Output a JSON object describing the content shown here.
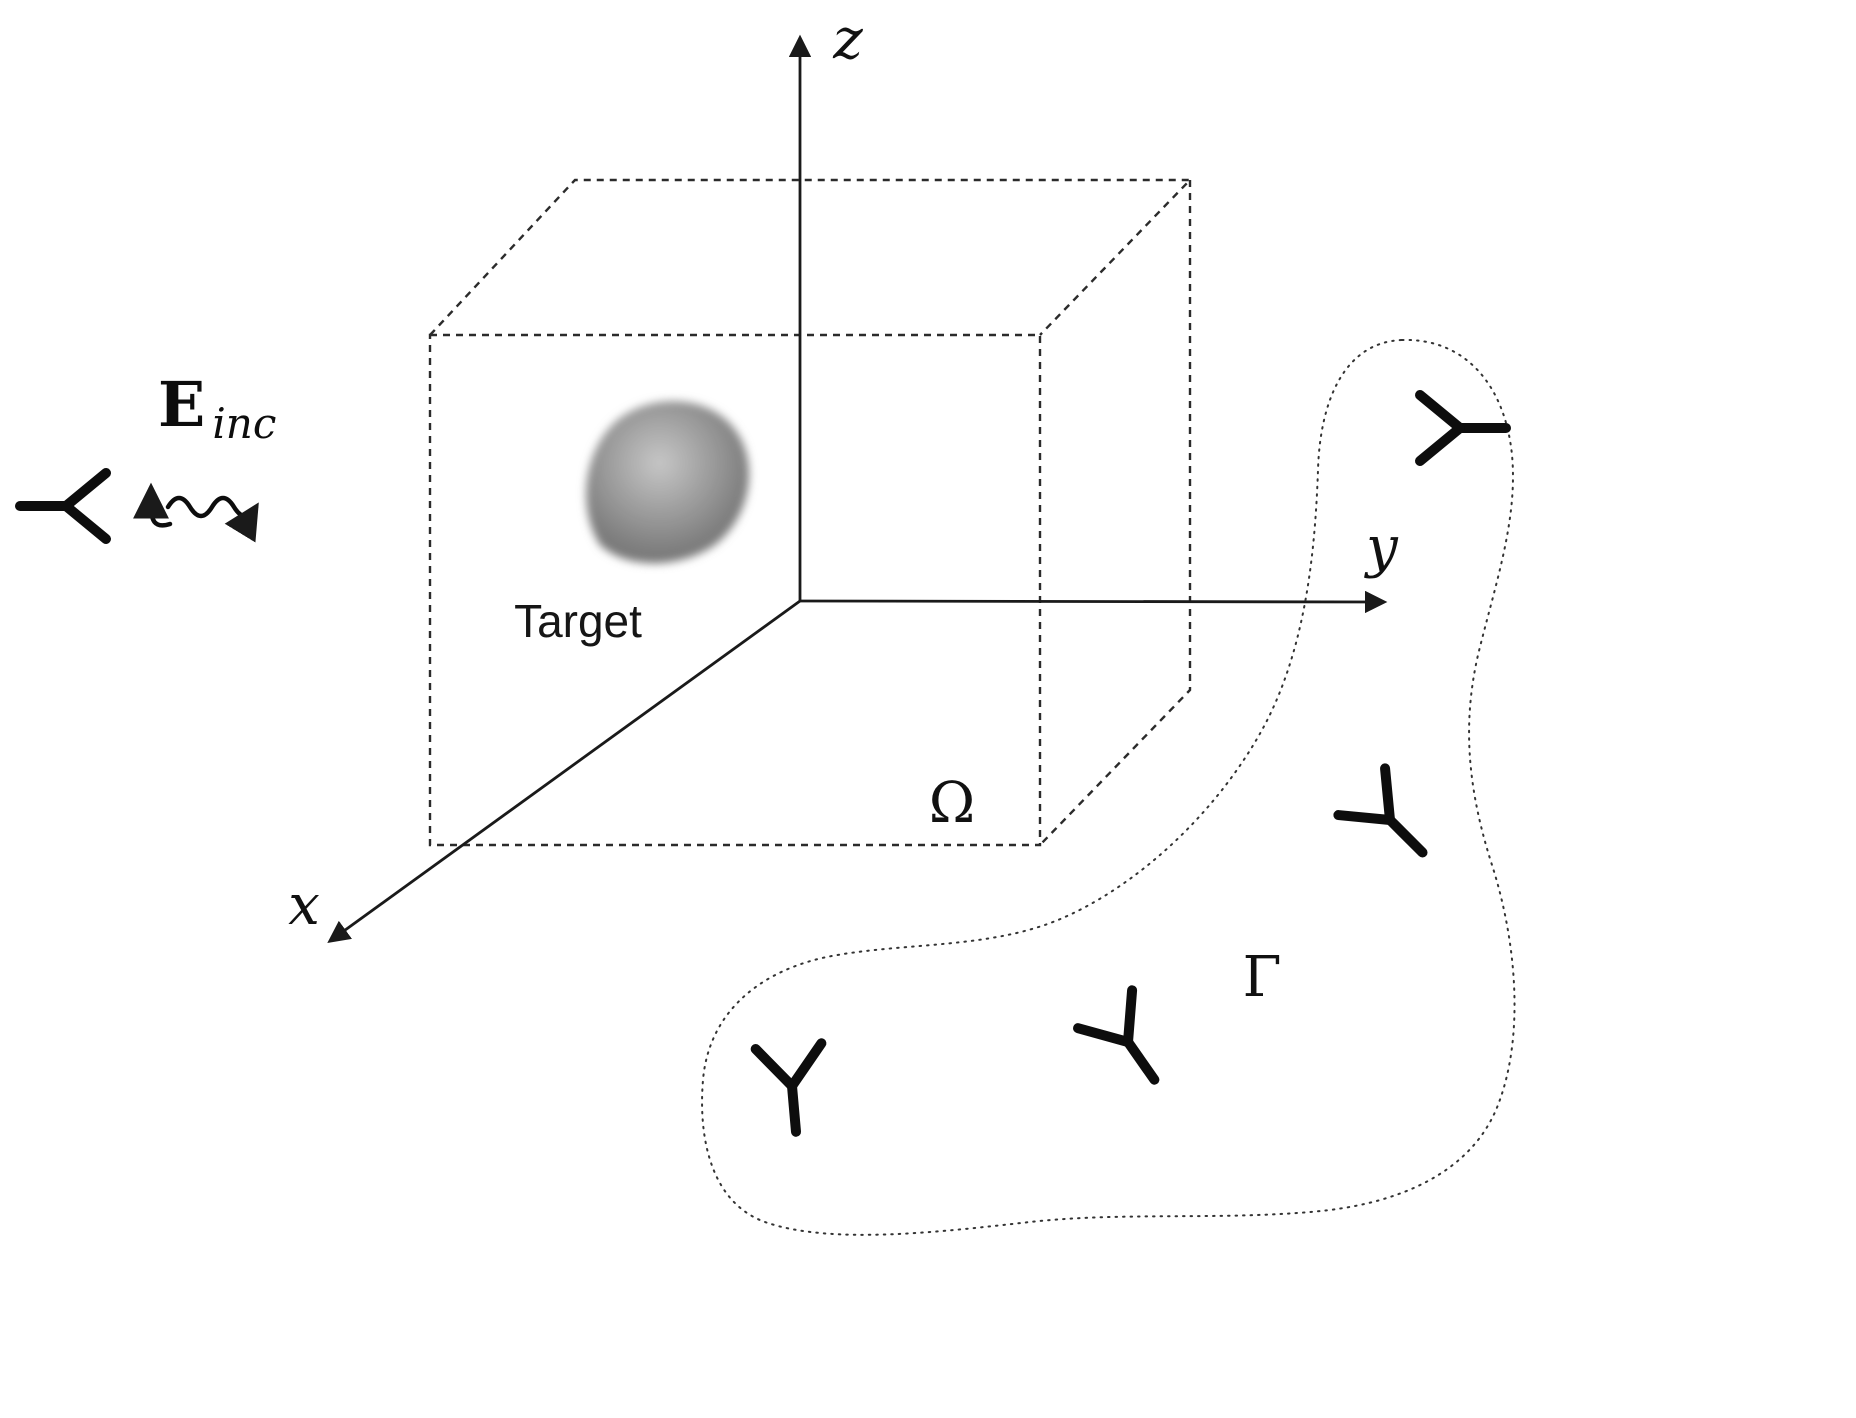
{
  "figure": {
    "labels": {
      "axis_z": "z",
      "axis_y": "y",
      "axis_x": "x",
      "incident_field_main": "E",
      "incident_field_sub": "inc",
      "target": "Target",
      "domain_symbol": "Ω",
      "measurement_surface_symbol": "Γ"
    },
    "icons": {
      "transmitter": "antenna-icon",
      "receivers": [
        "antenna-icon",
        "antenna-icon",
        "antenna-icon",
        "antenna-icon"
      ],
      "wave": "wavy-arrow-icon",
      "polarization": "up-arrow-icon"
    },
    "colors": {
      "stroke": "#1a1a1a",
      "target_gray": "#8f8f8f",
      "background": "#ffffff"
    }
  }
}
